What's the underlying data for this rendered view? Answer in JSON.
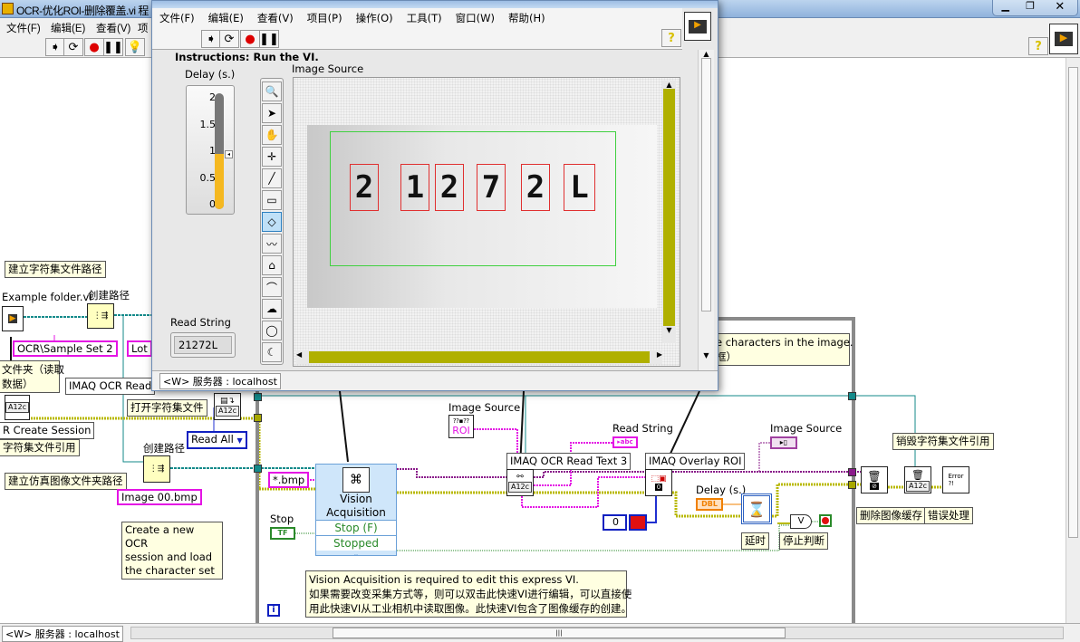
{
  "diagram_window": {
    "title": "OCR-优化ROI-删除覆盖.vi 程",
    "menu": [
      "文件(F)",
      "编辑(E)",
      "查看(V)",
      "项"
    ],
    "status": "<W> 服务器 : localhost",
    "labels": {
      "c_charset_path": "建立字符集文件路径",
      "example_folder": "Example folder.vi",
      "build_path_1": "创建路径",
      "sample_set": "OCR\\Sample Set 2",
      "lot": "Lot I",
      "folder_comment_1": "文件夹（读取",
      "folder_comment_2": "数据）",
      "ocr_read": "IMAQ OCR Read",
      "create_session": "R Create Session",
      "charset_ref": "字符集文件引用",
      "open_charset": "打开字符集文件",
      "read_all": "Read All",
      "build_path_2": "创建路径",
      "sim_folder": "建立仿真图像文件夹路径",
      "image_file": "Image 00.bmp",
      "create_ocr_comment": [
        "Create a new OCR",
        "session and load",
        "the character set"
      ],
      "bmp_pattern": "*.bmp",
      "stop": "Stop",
      "vision_acq": [
        "Vision",
        "Acquisition"
      ],
      "stop_f": "Stop (F)",
      "stopped": "Stopped",
      "va_comment": [
        "Vision Acquisition is required to edit this express VI.",
        "如果需要改变采集方式等，则可以双击此快速VI进行编辑，可以直接使",
        "用此快速VI从工业相机中读取图像。此快速VI包含了图像缓存的创建。"
      ],
      "image_source_1": "Image Source",
      "roi": "ROI",
      "read_string": "Read String",
      "ocr_read_text": "IMAQ OCR Read Text 3",
      "overlay_roi": "IMAQ Overlay ROI",
      "image_source_2": "Image Source",
      "zero": "0",
      "delay": "Delay (s.)",
      "dbl": "DBL",
      "wait": "延时",
      "stop_judge": "停止判断",
      "chars_comment_1": "e characters in the image.",
      "chars_comment_2": "框）",
      "delete_buffer": "删除图像缓存",
      "destroy_ref": "销毁字符集文件引用",
      "error_handle": "错误处理",
      "info": "i",
      "tf": "TF"
    }
  },
  "front_panel": {
    "menu": [
      "文件(F)",
      "编辑(E)",
      "查看(V)",
      "项目(P)",
      "操作(O)",
      "工具(T)",
      "窗口(W)",
      "帮助(H)"
    ],
    "instructions": "Instructions: Run the VI.",
    "delay_label": "Delay (s.)",
    "delay_ticks": [
      "2",
      "1.5",
      "1",
      "0.5",
      "0"
    ],
    "delay_value": 0.95,
    "delay_max": 2,
    "image_label": "Image Source",
    "read_string_label": "Read String",
    "read_string_value": "21272L",
    "ocr_chars": [
      "2",
      "1",
      "2",
      "7",
      "2",
      "L"
    ],
    "status": "<W> 服务器 : localhost",
    "tools": [
      "zoom-icon",
      "pointer-icon",
      "pan-icon",
      "crosshair-icon",
      "line-icon",
      "rectangle-icon",
      "rotated-rect-icon",
      "polyline-icon",
      "freehand-icon",
      "curve-icon",
      "freeform-icon",
      "oval-icon",
      "annulus-icon"
    ]
  },
  "colors": {
    "string_wire": "#e414e4",
    "error_wire": "#b8b800",
    "ref_wire": "#138a8a",
    "image_wire": "#8a1a8a",
    "roi_box": "#40d040",
    "char_box": "#e03030",
    "slider_fill": "#f5b820"
  }
}
